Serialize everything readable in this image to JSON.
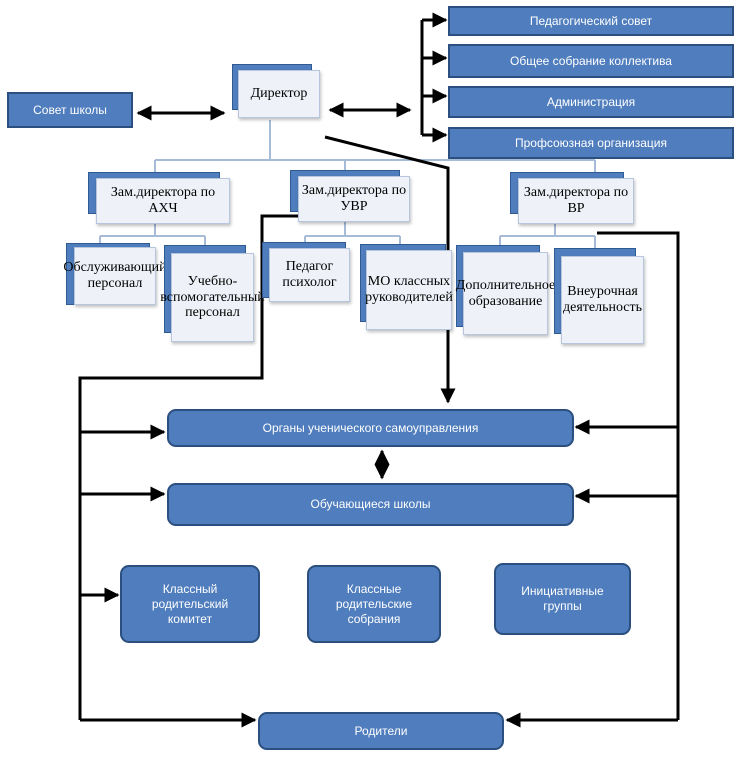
{
  "director": "Директор",
  "school_council": "Совет школы",
  "right_boards": [
    "Педагогический совет",
    "Общее собрание коллектива",
    "Администрация",
    "Профсоюзная организация"
  ],
  "deputies": {
    "ahch": "Зам.директора по АХЧ",
    "uvr": "Зам.директора по УВР",
    "vr": "Зам.директора по ВР"
  },
  "staff": {
    "service": "Обслуживающий персонал",
    "support": "Учебно-вспомогательный персонал",
    "psychologist": "Педагог психолог",
    "mo": "МО классных руководителей",
    "additional": "Дополнительное образование",
    "extracurricular": "Внеурочная деятельность"
  },
  "self_government": "Органы ученического самоуправления",
  "students": "Обучающиеся школы",
  "parent_groups": [
    "Классный родительский комитет",
    "Классные родительские собрания",
    "Инициативные группы"
  ],
  "parents": "Родители",
  "colors": {
    "box_fill": "#4f7dbd",
    "box_border": "#2b4f7e",
    "card_fill": "#eef2f8",
    "line": "#000000",
    "connector": "#a6bbd8"
  }
}
